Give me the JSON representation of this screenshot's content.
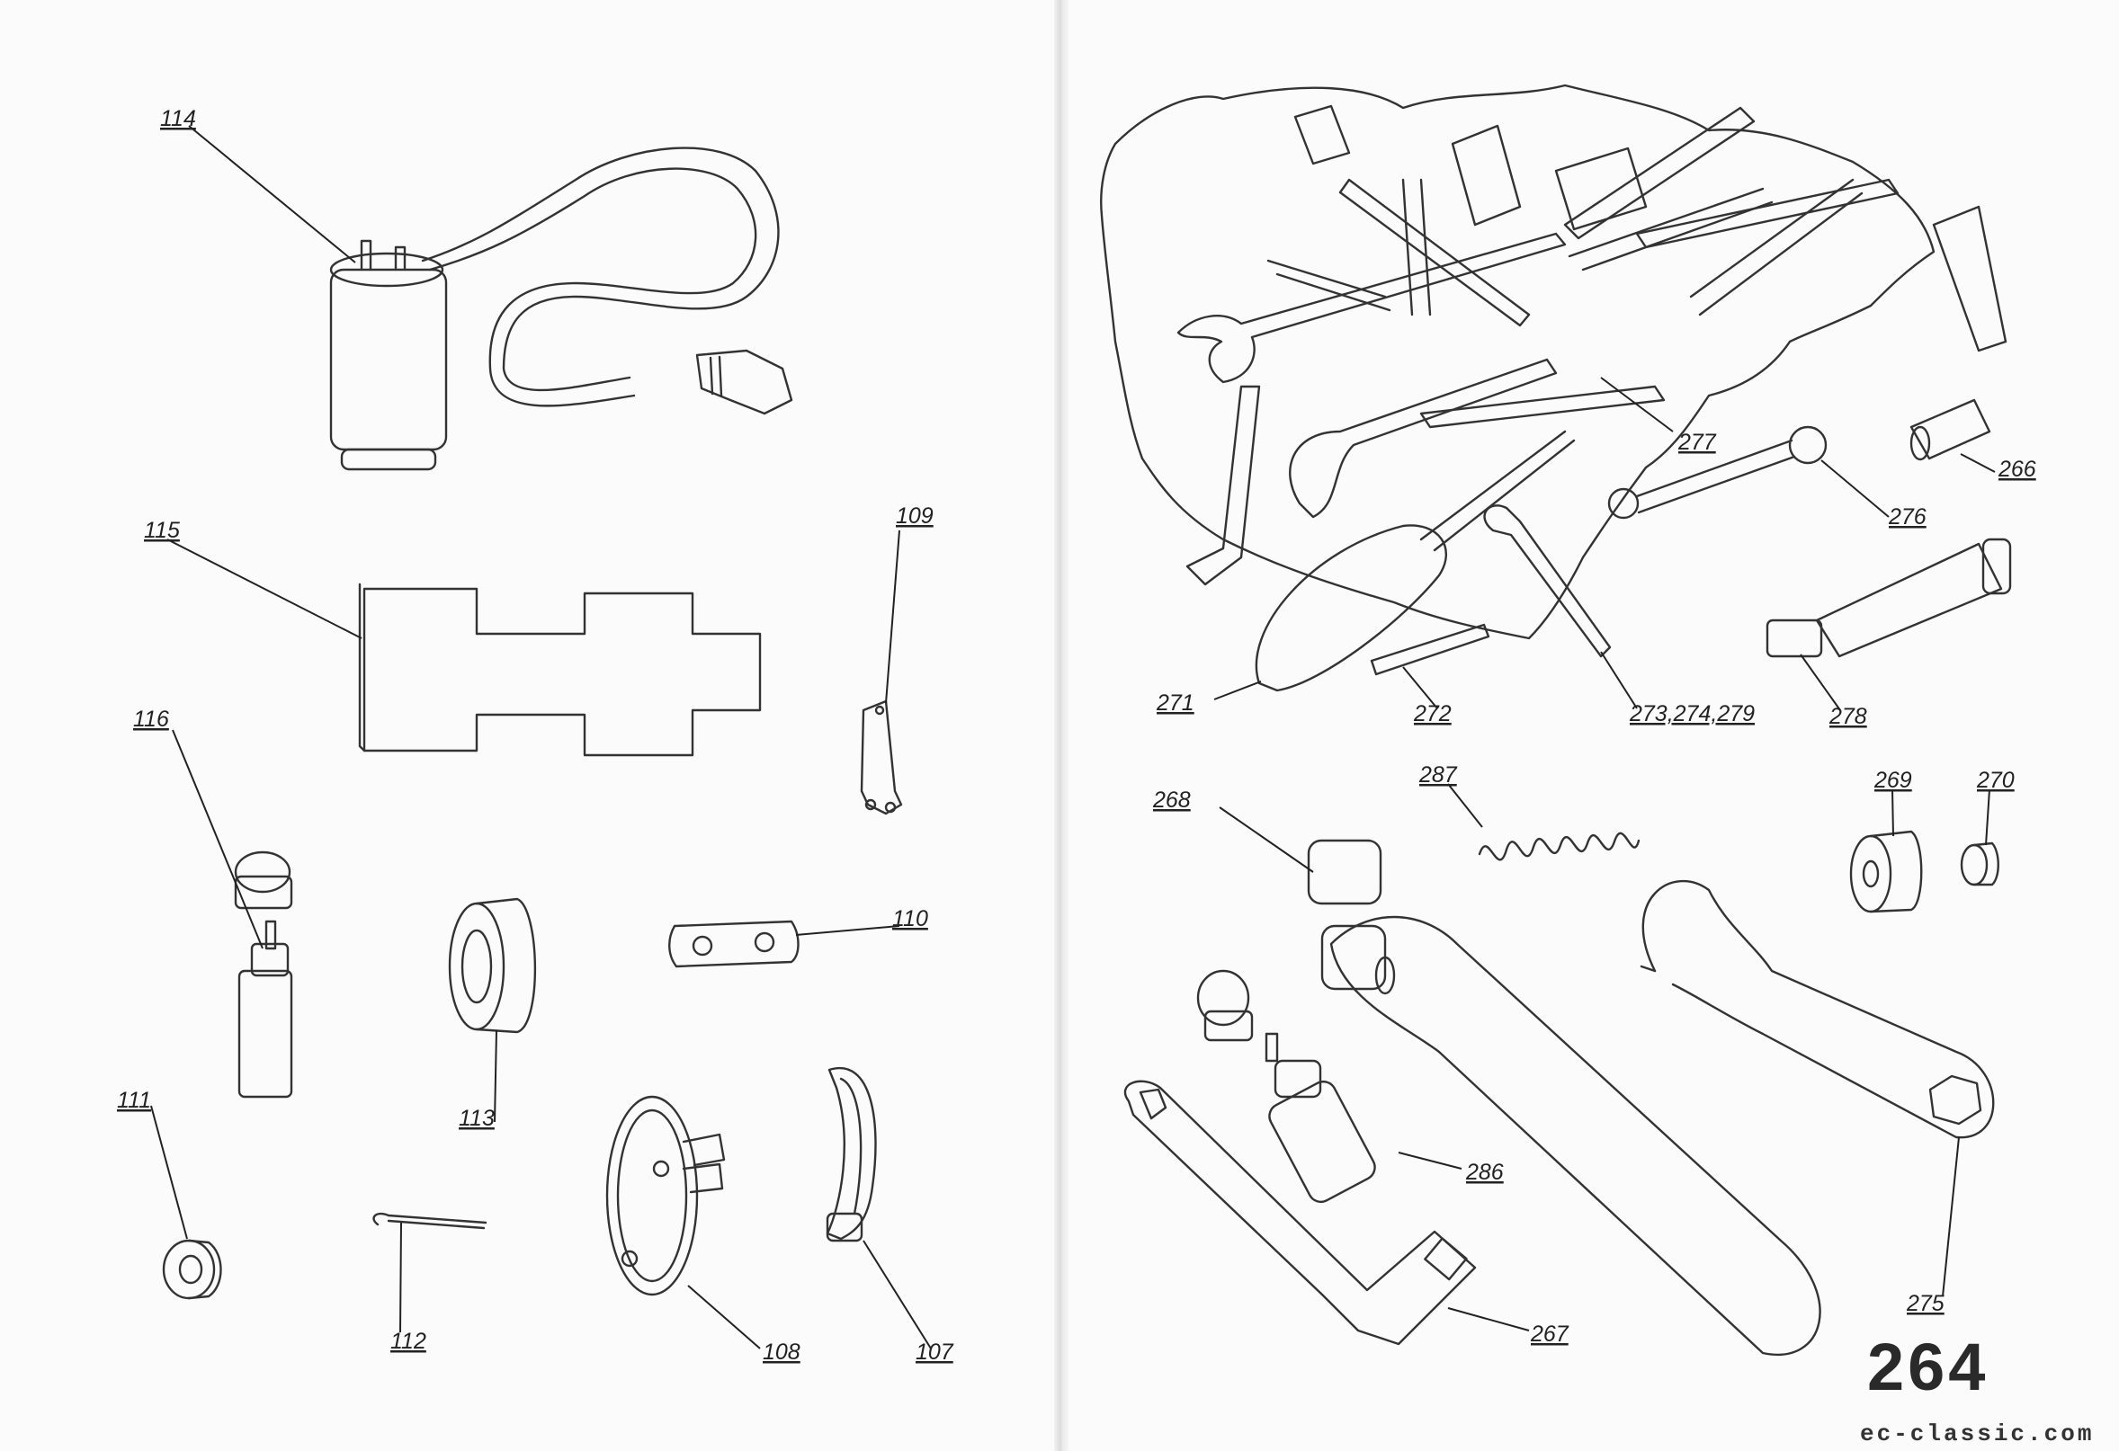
{
  "page_number": "264",
  "watermark": "ec-classic.com",
  "callouts": {
    "c114": "114",
    "c115": "115",
    "c109": "109",
    "c116": "116",
    "c110": "110",
    "c113": "113",
    "c111": "111",
    "c112": "112",
    "c108": "108",
    "c107": "107",
    "c277": "277",
    "c266": "266",
    "c276": "276",
    "c271": "271",
    "c272": "272",
    "c273": "273,274,279",
    "c278": "278",
    "c268": "268",
    "c287": "287",
    "c269": "269",
    "c270": "270",
    "c286": "286",
    "c275": "275",
    "c267": "267"
  },
  "colors": {
    "ink": "#333333",
    "paper": "#fbfbfb"
  }
}
